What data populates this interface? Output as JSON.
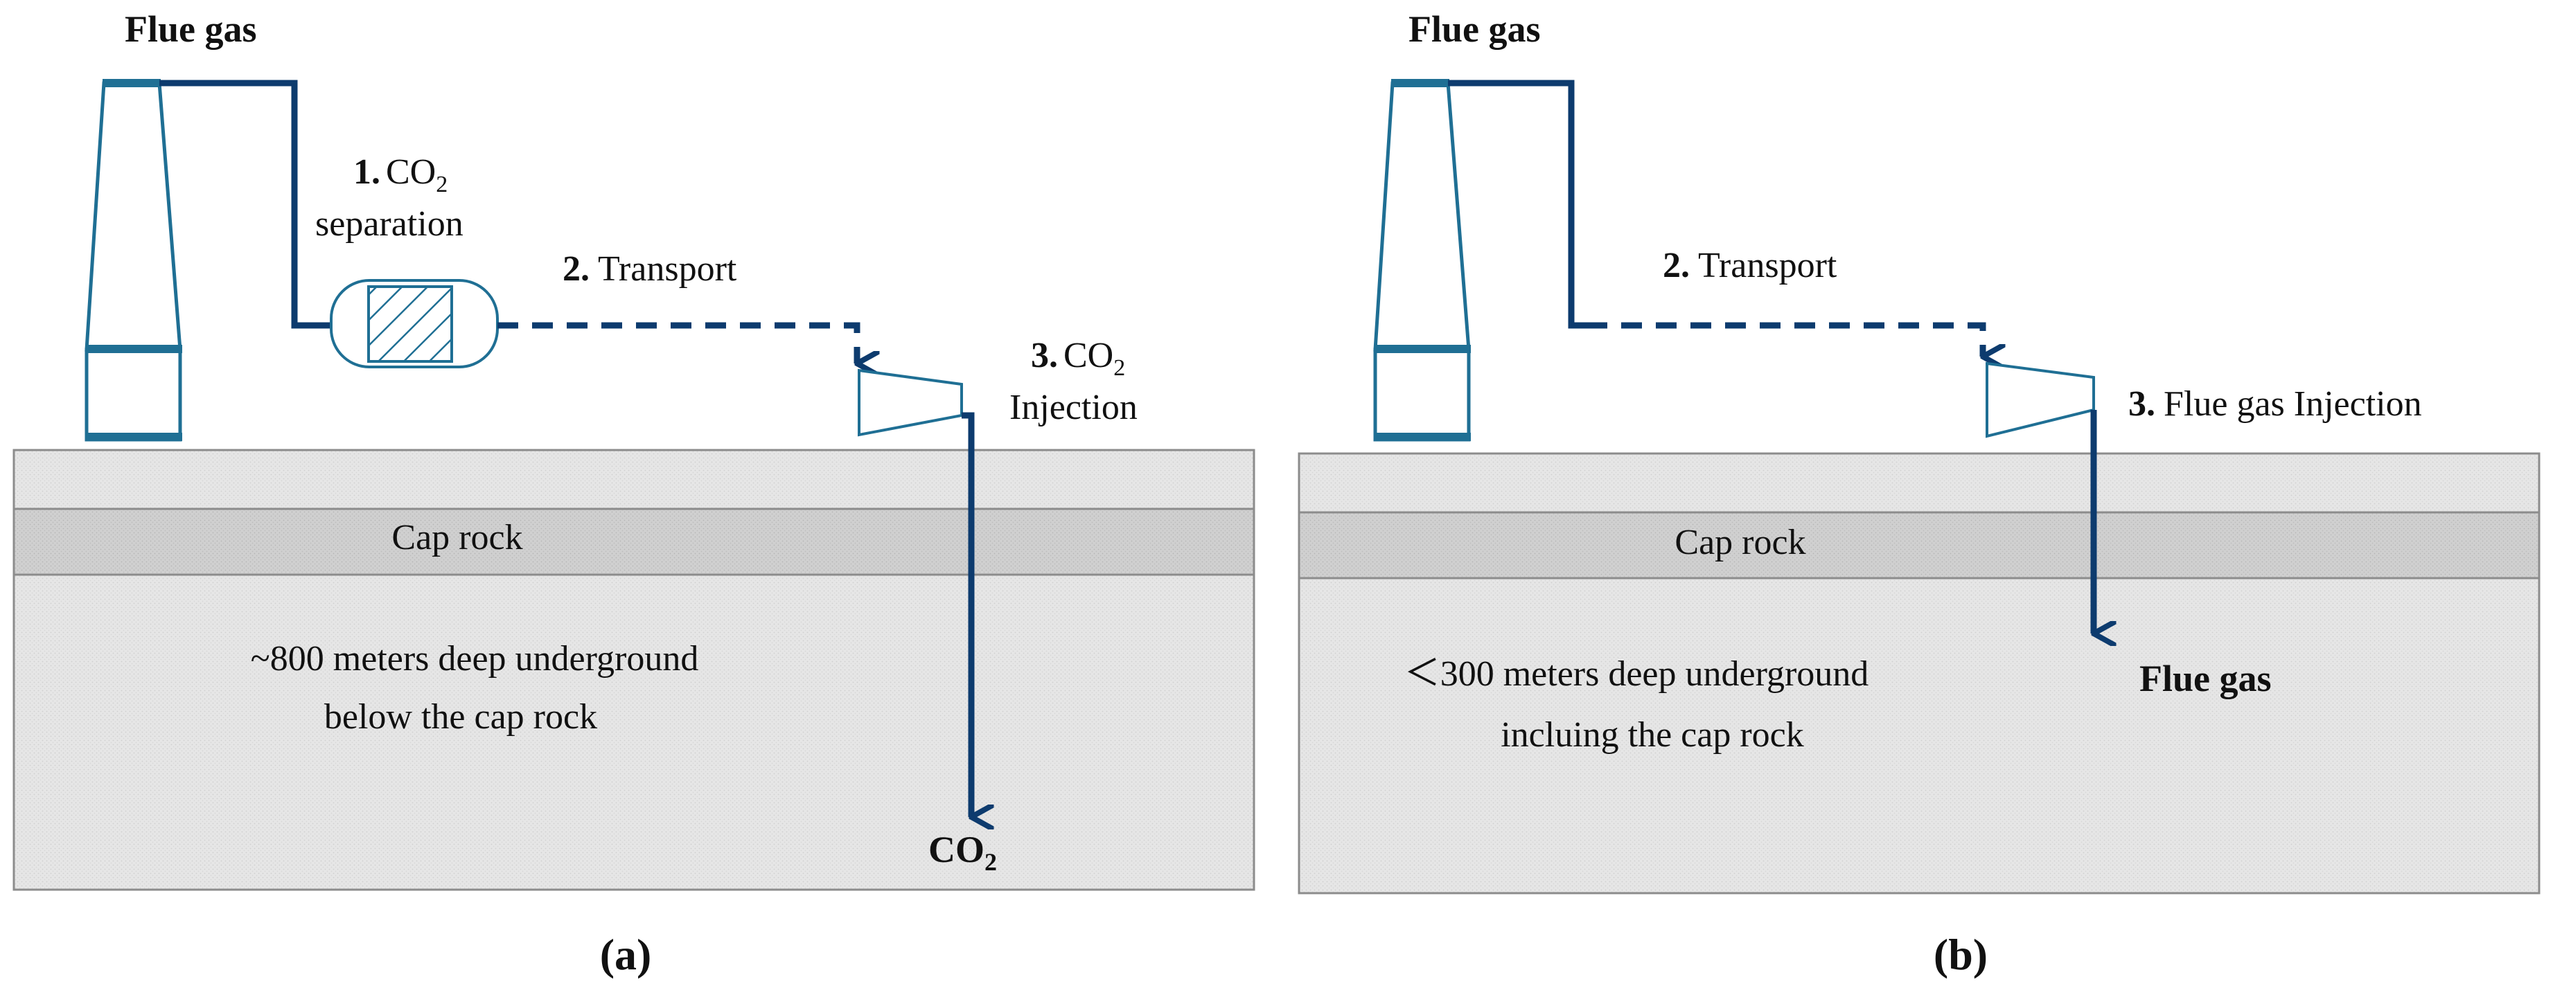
{
  "panel_a": {
    "caption": "(a)",
    "flue_gas_label": "Flue gas",
    "step1_num": "1.",
    "step1_co": "CO",
    "step1_sub": "2",
    "step1_line2": "separation",
    "step2_num": "2.",
    "step2_text": "Transport",
    "step3_num": "3.",
    "step3_co": "CO",
    "step3_sub": "2",
    "step3_line2": "Injection",
    "cap_rock": "Cap rock",
    "depth_line1": "~800 meters deep underground",
    "depth_line2": "below the cap rock",
    "output_co": "CO",
    "output_sub": "2"
  },
  "panel_b": {
    "caption": "(b)",
    "flue_gas_label": "Flue gas",
    "step2_num": "2.",
    "step2_text": "Transport",
    "step3_num": "3.",
    "step3_text": "Flue gas Injection",
    "cap_rock": "Cap rock",
    "depth_line1": "＜300 meters deep underground",
    "depth_line2": "incluing the cap rock",
    "output_label": "Flue gas"
  },
  "colors": {
    "pipe": "#0d3b6e",
    "equipment": "#1f6f94",
    "ground": "#e6e6e6",
    "cap_rock": "#cfcfcf",
    "border": "#8c8c8c"
  }
}
